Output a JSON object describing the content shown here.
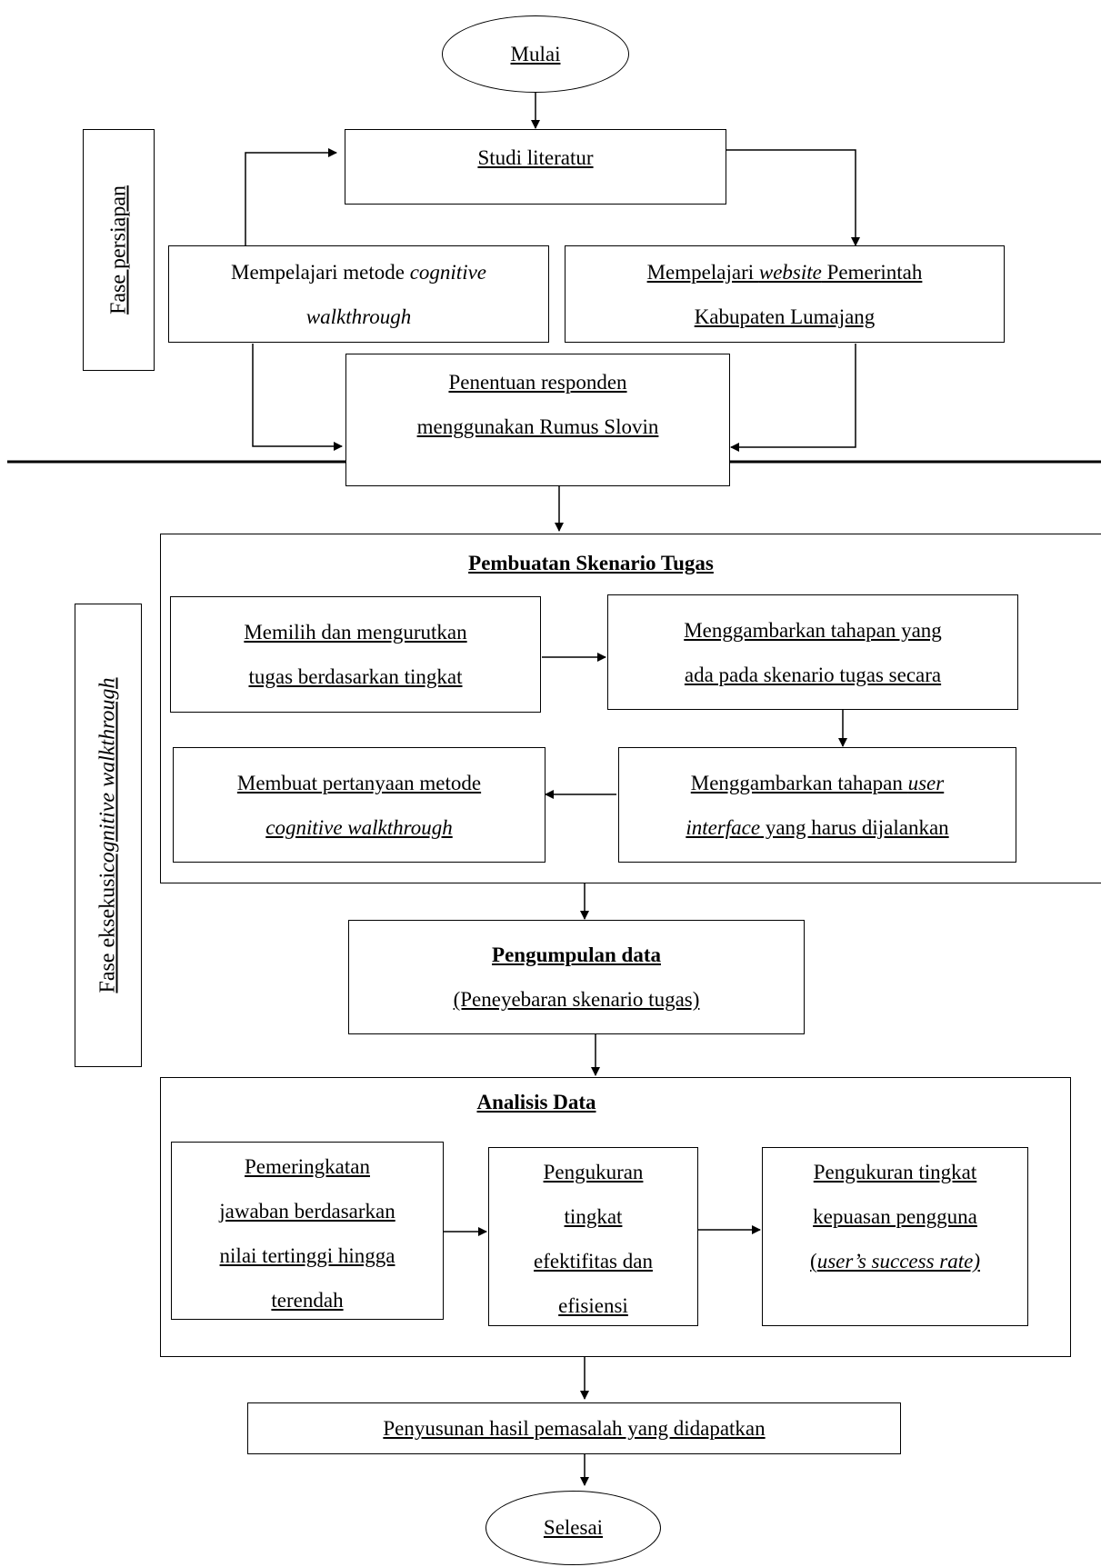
{
  "phases": {
    "persiapan": "Fase persiapan",
    "eksekusi_prefix": "Fase eksekusi",
    "eksekusi_italic": "cognitive walkthrough"
  },
  "nodes": {
    "mulai": "Mulai",
    "studi": "Studi literatur",
    "metode_a": "Mempelajari metode ",
    "metode_b": "cognitive",
    "metode_c": "walkthrough",
    "website_a": "Mempelajari ",
    "website_b": "website",
    "website_c": " Pemerintah",
    "website_d": "Kabupaten Lumajang",
    "responden_1": "Penentuan responden",
    "responden_2": "menggunakan Rumus Slovin",
    "skenario_title": "Pembuatan Skenario Tugas",
    "memilih_1": "Memilih dan mengurutkan",
    "memilih_2": "tugas berdasarkan tingkat",
    "menggambar_1": "Menggambarkan tahapan yang",
    "menggambar_2": "ada pada skenario tugas secara",
    "ui_a": "Menggambarkan tahapan ",
    "ui_b": "user",
    "ui_c": "interface",
    "ui_d": " yang harus dijalankan",
    "pertanyaan_1": "Membuat pertanyaan metode",
    "pertanyaan_2": "cognitive walkthrough",
    "pengumpulan_title": "Pengumpulan data",
    "pengumpulan_sub": "(Peneyebaran skenario tugas)",
    "analisis_title": "Analisis Data",
    "peringkat_1": "Pemeringkatan",
    "peringkat_2": "jawaban berdasarkan",
    "peringkat_3": "nilai tertinggi hingga",
    "peringkat_4": "terendah",
    "efektif_1": "Pengukuran",
    "efektif_2": "tingkat",
    "efektif_3": "efektifitas dan",
    "efektif_4": "efisiensi",
    "kepuasan_1": "Pengukuran tingkat",
    "kepuasan_2": "kepuasan pengguna",
    "kepuasan_3a": "(",
    "kepuasan_3b": "user’s success rate)",
    "penyusunan": "Penyusunan hasil pemasalah yang didapatkan",
    "selesai": "Selesai"
  }
}
